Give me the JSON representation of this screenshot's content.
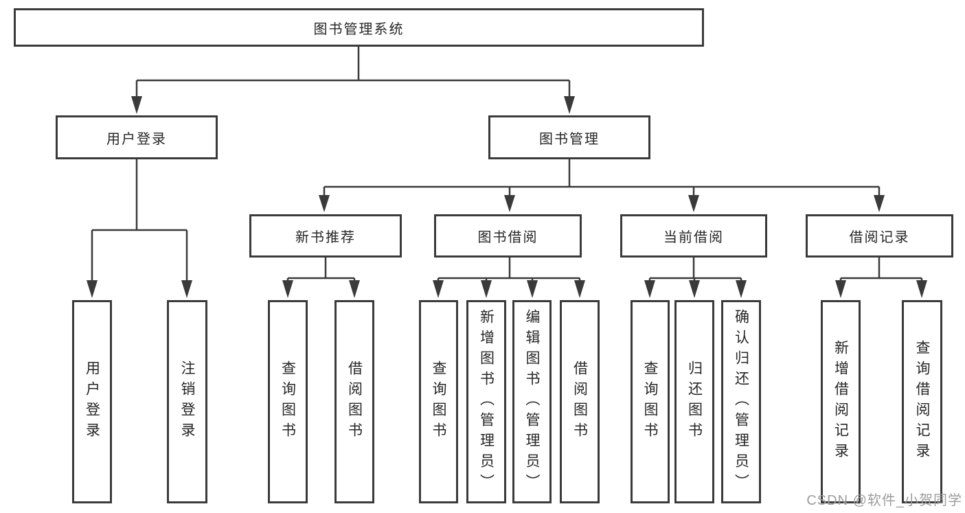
{
  "diagram": {
    "type": "tree",
    "orientation": "top-down",
    "line_color": "#3a3a3a",
    "box_fill": "#ffffff",
    "text_color": "#262626"
  },
  "tree": {
    "root": {
      "label": "图书管理系统",
      "children": [
        {
          "label": "用户登录",
          "children": [
            {
              "label": "用户登录"
            },
            {
              "label": "注销登录"
            }
          ]
        },
        {
          "label": "图书管理",
          "children": [
            {
              "label": "新书推荐",
              "children": [
                {
                  "label": "查询图书"
                },
                {
                  "label": "借阅图书"
                }
              ]
            },
            {
              "label": "图书借阅",
              "children": [
                {
                  "label": "查询图书"
                },
                {
                  "label": "新增图书（管理员）"
                },
                {
                  "label": "编辑图书（管理员）"
                },
                {
                  "label": "借阅图书"
                }
              ]
            },
            {
              "label": "当前借阅",
              "children": [
                {
                  "label": "查询图书"
                },
                {
                  "label": "归还图书"
                },
                {
                  "label": "确认归还（管理员）"
                }
              ]
            },
            {
              "label": "借阅记录",
              "children": [
                {
                  "label": "新增借阅记录"
                },
                {
                  "label": "查询借阅记录"
                }
              ]
            }
          ]
        }
      ]
    }
  },
  "watermark": {
    "text": "CSDN @软件_小贺同学",
    "color": "#9c9c9c"
  }
}
